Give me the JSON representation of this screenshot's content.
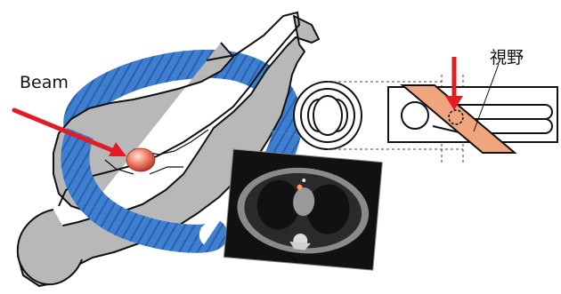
{
  "labels": {
    "beam": "Beam",
    "field_of_view": "視野"
  },
  "colors": {
    "ring": "#3f7fd0",
    "ring_dark": "#1f5aa8",
    "arrow": "#e21c24",
    "body_fill": "#b8b8b8",
    "fov_fill": "#f0a57e",
    "ct_background": "#111111"
  },
  "icons": {
    "arrow": "red-arrow",
    "target": "tumor-sphere"
  }
}
